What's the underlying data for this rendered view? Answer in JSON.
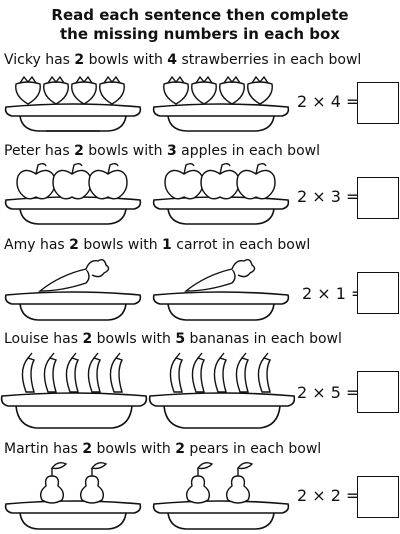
{
  "title": {
    "line1": "Read each sentence then complete",
    "line2": "the missing numbers in each box"
  },
  "rows": [
    {
      "sentence": {
        "p1": "Vicky has ",
        "n1": "2",
        "p2": " bowls with ",
        "n2": "4",
        "p3": " strawberries in each bowl"
      },
      "equation": "2 × 4 =",
      "fruit": "strawberry-icon",
      "count": 4
    },
    {
      "sentence": {
        "p1": "Peter has ",
        "n1": "2",
        "p2": " bowls with ",
        "n2": "3",
        "p3": " apples in each bowl"
      },
      "equation": "2 × 3 =",
      "fruit": "apple-icon",
      "count": 3
    },
    {
      "sentence": {
        "p1": "Amy has ",
        "n1": "2",
        "p2": " bowls with ",
        "n2": "1",
        "p3": " carrot in each bowl"
      },
      "equation": "2 × 1 =",
      "fruit": "carrot-icon",
      "count": 1
    },
    {
      "sentence": {
        "p1": "Louise has ",
        "n1": "2",
        "p2": " bowls with ",
        "n2": "5",
        "p3": " bananas in each bowl"
      },
      "equation": "2 × 5 =",
      "fruit": "banana-icon",
      "count": 5
    },
    {
      "sentence": {
        "p1": "Martin has ",
        "n1": "2",
        "p2": " bowls with ",
        "n2": "2",
        "p3": " pears in each bowl"
      },
      "equation": "2 × 2 =",
      "fruit": "pear-icon",
      "count": 2
    }
  ]
}
